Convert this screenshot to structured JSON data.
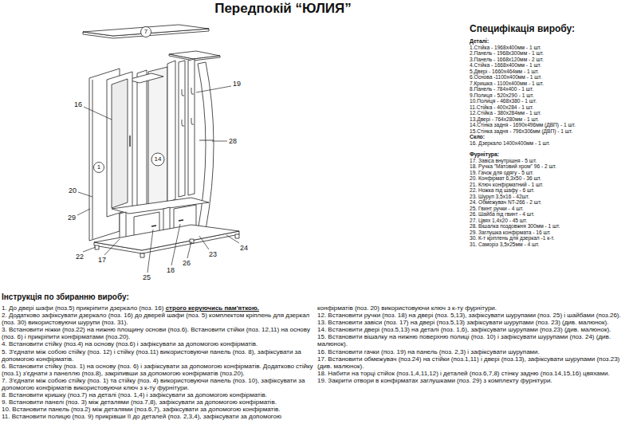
{
  "diagram": {
    "title": "Передпокій “ЮЛИЯ”",
    "labels": [
      "Специфікація виробу:",
      "Деталі:",
      "1.Стійка - 1968х400мм - 1 шт.",
      "2.Панель - 1968х300мм - 1 шт.",
      "3.Панель - 1668х120мм - 2 шт.",
      "4.Стійка - 1668х400мм - 1 шт.",
      "5.Двері - 1660х464мм - 1 шт.",
      "6.Основа -1100х400мм - 1 шт.",
      "7.Кришка - 1100х400мм - 1 шт.",
      "8.Панель - 784х400 - 1 шт.",
      "9.Полиця - 520х290 - 1 шт.",
      "10.Полиця - 468х380 - 1 шт.",
      "11.Стійка - 400х284 - 1 шт.",
      "12.Стійка - 380х284мм - 1 шт.",
      "13.Двері - 764х280мм - 1 шт.",
      "14.Стінка задня - 1690х496мм (ДВП) - 1 шт.",
      "15.Стінка задня - 796х306мм (ДВП) - 1 шт.",
      "Скло:",
      "16. Дзеркало 1400х400мм - 1 шт.",
      "Фурнітура:",
      "17. Завіса внутрішня - 5 шт.",
      "18. Ручка \"Матовий хром\" 96 - 2 шт.",
      "19. Гачок для одягу - 5 шт.",
      "20. Конфірмат 6,3х50 - 36 шт.",
      "21. Ключ конфірматний - 1 шт.",
      "22. Ножка під шафу - 6 шт.",
      "23. Шуруп 3,5х16 - 42шт.",
      "24. Обмежувач NT-266 - 2 шт.",
      "25. Гвинт ручки - 4 шт.",
      "26. Шайба під гвинт - 4 шт.",
      "27. Цвях 1,4х20 - 45 шт.",
      "28. Вішалка поздовжня 300мм - 1 шт.",
      "29. Заглушка конфірмата - 16 шт.",
      "30. К-т кріплень для дзеркал -1 к-т.",
      "31. Саморіз 3,5х25мм - 4 шт.",
      "Інструкція по збиранню виробу:",
      "1. До двері шафи (поз.5) прикріпити дзеркало (поз. 16)",
      "строго керуючись пам'яткою.",
      "2. Додатково зафіксувати дзеркало (поз. 16) до дверей шафи (поз. 5) комплектом кріплень для дзеркал (поз. 30) використовуючи шурупи (поз. 31).",
      "3. Встановити ніжки (поз.22) на нижню площину основи (поз.6). Встановити стійки (поз. 12,11) на основу (поз. 6) і прикріпити конфірматами (поз.20).",
      "4. Встановити стійку (поз.4) на основу (поз.6) і зафіксувати за допомогою конфірматів.",
      "5. З'єднати між собою стійку (поз. 12) і стійку (поз.11) використовуючи панель (поз. 8), зафіксувати за допомогою конфірматів.",
      "6. Встановити стійку (поз. 1) на основу (поз. 6) і зафіксувати за допомогою конфірматів. Додатково стійку (поз.1) з'єднати з панеллю (поз.8), закріпивши за допомогою конфірматів (поз.20).",
      "7. З'єднати між собою стійку (поз. 1) та стійку (поз. 4) використовуючи панель (поз. 10), зафіксувати за допомогою конфірматів використовуючи ключ з к-ту фурнітури.",
      "8. Встановити кришку (поз.7) на деталі (поз. 1,4) і зафіксувати за допомогою конфірматів.",
      "9. Встановити панелі (поз. 3) між деталями (поз.7,8), зафіксувати за допомогою конфірматів.",
      "10. Встановити панель (поз.2) між деталями (поз.6,7), зафіксувати за допомогою конфірматів.",
      "11. Встановити полицю (поз. 9) прикрівши її до деталей (поз. 2,3,4), зафіксувати за допомогою",
      "конфірматів (поз. 20) використовуючи ключ з к-ту фурнітури.",
      "12. Встановити ручки (поз. 18) на двері (поз. 5,13), зафіксувати шурупами (поз. 25) і шайбами (поз.26).",
      "13. Встановити завіси (поз. 17) на двері (поз.5,13) зафіксувати шурупами (поз. 23) (див. малюнок).",
      "14. Встановити двері (поз.5,13) на деталі (поз. 1,6), зафіксувати шурупами (поз.23) (див. малюнок).",
      "15. Встановити вішалку на нижню поверхню полиці (поз. 10) і зафіксувати шурупами (поз. 24) (див. малюнок).",
      "16. Встановити гачки (поз. 19) на панель (поз. 2,3) і зафіксувати шурупами.",
      "17. Встановити обмежувач (поз.24) на стійки (поз.1,11) і двері (поз.13), зафіксувати шурупами (поз.23) (див. малюнок).",
      "18. Набити на торці стійок (поз.1,4,11,12) і деталей (поз.6,7,8) стінку задню (поз.14,15,16) цвяхами.",
      "19. Закрити отвори в конфірматах заглушками (поз. 29) з комплекту фурнітури.",
      "16",
      "19",
      "28",
      "20",
      "29",
      "22",
      "17",
      "25",
      "18",
      "26",
      "23",
      "24",
      "7",
      "1",
      "14"
    ]
  }
}
